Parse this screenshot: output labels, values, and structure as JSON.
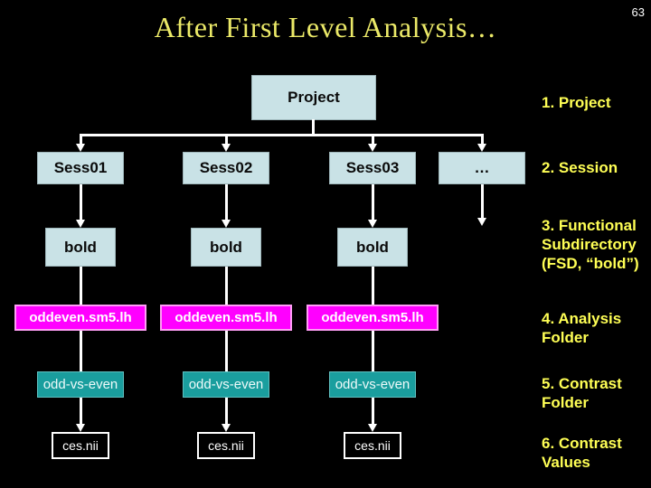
{
  "slide": {
    "page_number": "63",
    "title": "After First Level Analysis…"
  },
  "tree": {
    "root": "Project",
    "columns": [
      {
        "session": "Sess01",
        "fsd": "bold",
        "analysis": "oddeven.sm5.lh",
        "contrast": "odd-vs-even",
        "values": "ces.nii"
      },
      {
        "session": "Sess02",
        "fsd": "bold",
        "analysis": "oddeven.sm5.lh",
        "contrast": "odd-vs-even",
        "values": "ces.nii"
      },
      {
        "session": "Sess03",
        "fsd": "bold",
        "analysis": "oddeven.sm5.lh",
        "contrast": "odd-vs-even",
        "values": "ces.nii"
      },
      {
        "session": "…"
      }
    ]
  },
  "legend": {
    "items": [
      {
        "label": "1. Project"
      },
      {
        "label": "2. Session"
      },
      {
        "label": "3. Functional Subdirectory (FSD, “bold”)"
      },
      {
        "label": "4. Analysis Folder"
      },
      {
        "label": "5. Contrast Folder"
      },
      {
        "label": "6. Contrast Values"
      }
    ]
  },
  "colors": {
    "bg": "#000000",
    "box-blue": "#c9e2e6",
    "magenta": "#ff00ff",
    "teal": "#1a9e9e",
    "line": "#ffffff",
    "label-yellow": "#ffff55"
  }
}
